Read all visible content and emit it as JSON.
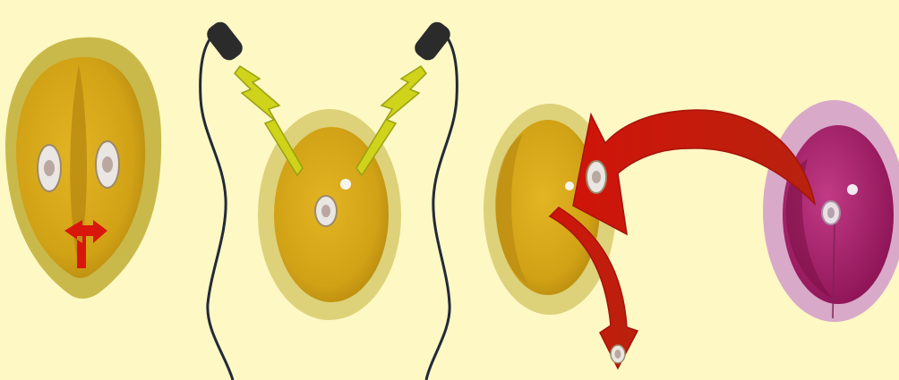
{
  "diagram": {
    "background_color": "#fdf8c4",
    "panels": [
      {
        "id": "cell-splitting",
        "description_icon": "two-nuclei-cell-icon",
        "colors": {
          "halo": "#c9b94a",
          "cell": "#d6a816",
          "shade": "#b58a10",
          "nucleus": "#e8e4e0",
          "arrow": "#d8160c"
        }
      },
      {
        "id": "electrofusion",
        "description_icon": "electrodes-lightning-icon",
        "colors": {
          "halo": "#ddd27a",
          "cell": "#d2a91a",
          "lightning": "#cfd31a",
          "wire": "#222a38"
        }
      },
      {
        "id": "nucleus-transfer",
        "description_icon": "nuclear-transfer-arrow-icon",
        "colors": {
          "donor_halo": "#d9a9c9",
          "donor_cell": "#b82a78",
          "recipient_cell": "#d3a61a",
          "arrow": "#c8180c"
        }
      }
    ]
  }
}
